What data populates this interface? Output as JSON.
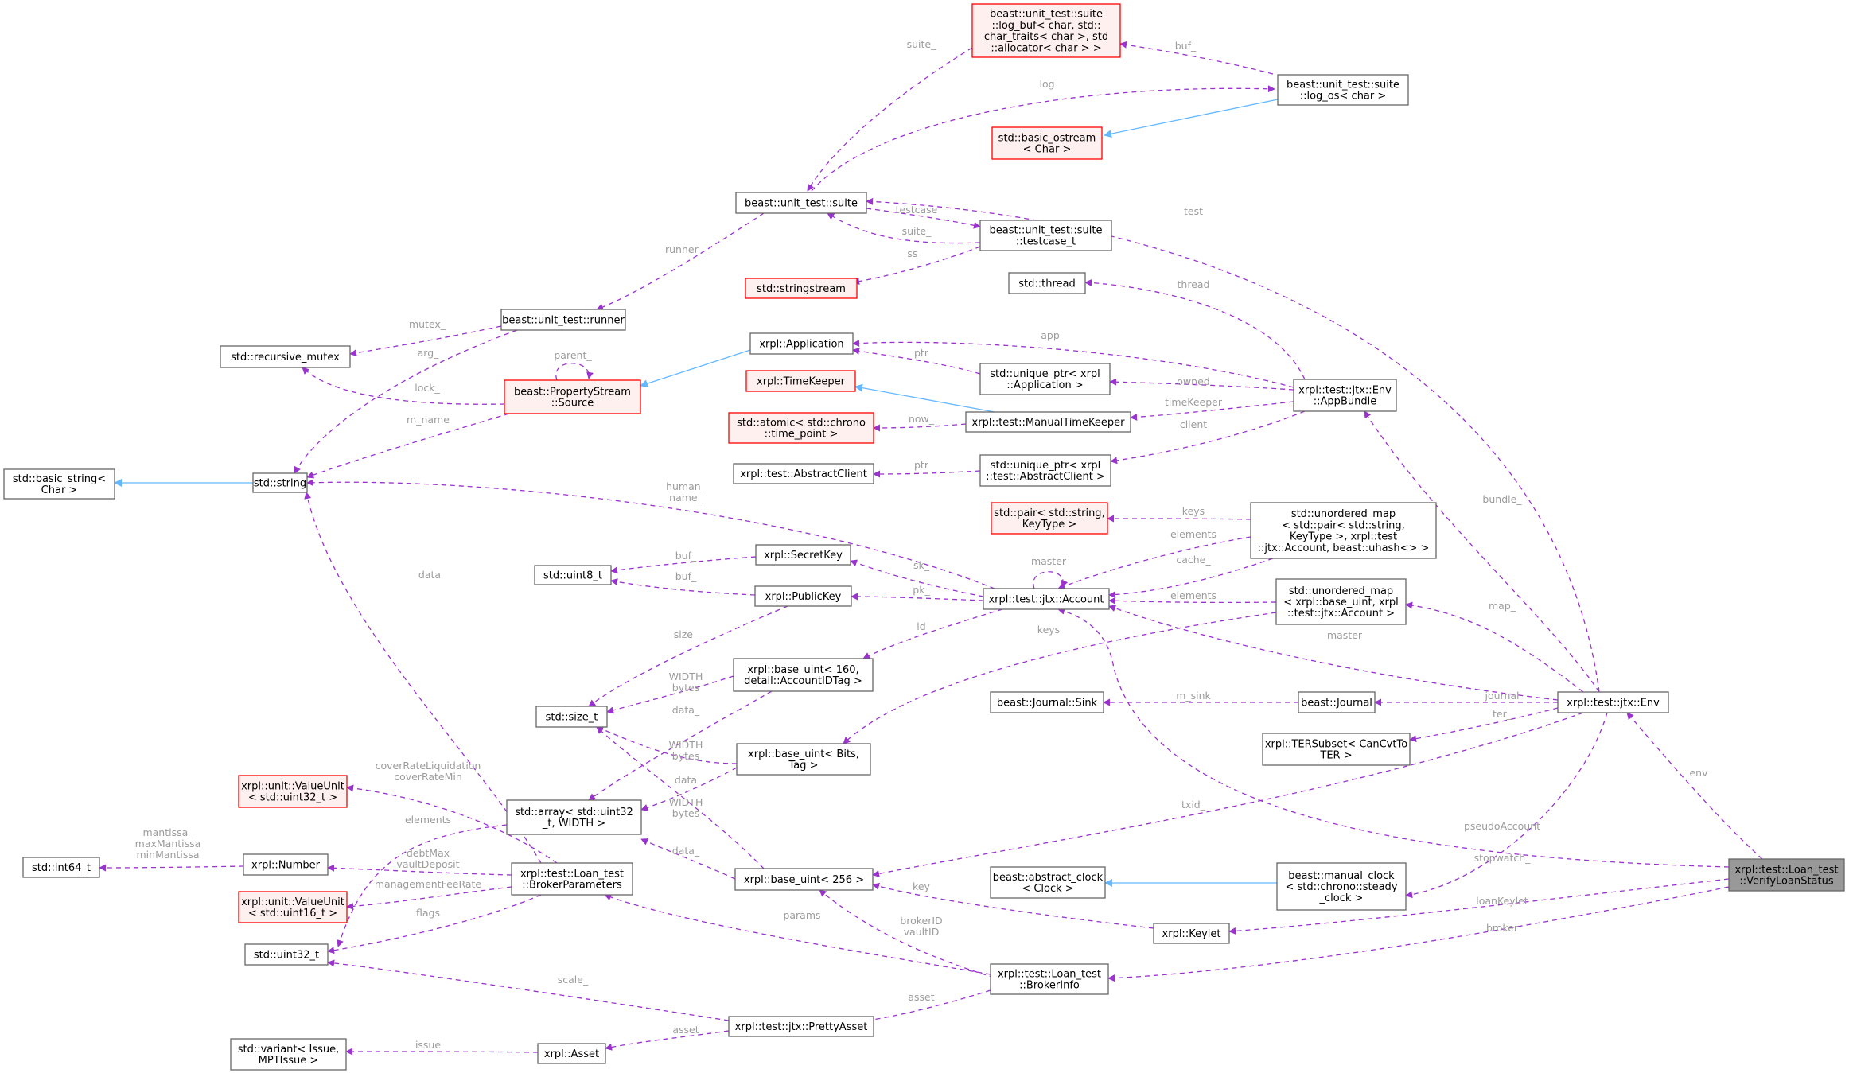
{
  "diagram": {
    "colors": {
      "composition": "#9a32cd",
      "inheritance": "#63b8ff",
      "missing_def_border": "#ff0000",
      "focus_fill": "#999999"
    },
    "nodes": [
      {
        "id": "log_buf",
        "lines": [
          "beast::unit_test::suite",
          "::log_buf< char, std::",
          "char_traits< char >, std",
          "::allocator< char > >"
        ],
        "red": true
      },
      {
        "id": "log_os",
        "lines": [
          "beast::unit_test::suite",
          "::log_os< char >"
        ]
      },
      {
        "id": "basic_ostream",
        "lines": [
          "std::basic_ostream",
          "< Char >"
        ],
        "red": true
      },
      {
        "id": "suite",
        "lines": [
          "beast::unit_test::suite"
        ]
      },
      {
        "id": "testcase",
        "lines": [
          "beast::unit_test::suite",
          "::testcase_t"
        ]
      },
      {
        "id": "stringstream",
        "lines": [
          "std::stringstream"
        ],
        "red": true
      },
      {
        "id": "thread",
        "lines": [
          "std::thread"
        ]
      },
      {
        "id": "runner",
        "lines": [
          "beast::unit_test::runner"
        ]
      },
      {
        "id": "recursive_mutex",
        "lines": [
          "std::recursive_mutex"
        ]
      },
      {
        "id": "application",
        "lines": [
          "xrpl::Application"
        ]
      },
      {
        "id": "propstream",
        "lines": [
          "beast::PropertyStream",
          "::Source"
        ],
        "red": true
      },
      {
        "id": "uptr_app",
        "lines": [
          "std::unique_ptr< xrpl",
          "::Application >"
        ]
      },
      {
        "id": "appbundle",
        "lines": [
          "xrpl::test::jtx::Env",
          "::AppBundle"
        ]
      },
      {
        "id": "timekeeper",
        "lines": [
          "xrpl::TimeKeeper"
        ],
        "red": true
      },
      {
        "id": "manualtk",
        "lines": [
          "xrpl::test::ManualTimeKeeper"
        ]
      },
      {
        "id": "atomic_tp",
        "lines": [
          "std::atomic< std::chrono",
          "::time_point >"
        ],
        "red": true
      },
      {
        "id": "basic_string",
        "lines": [
          "std::basic_string<",
          "Char >"
        ]
      },
      {
        "id": "string",
        "lines": [
          "std::string"
        ]
      },
      {
        "id": "abstractclient",
        "lines": [
          "xrpl::test::AbstractClient"
        ]
      },
      {
        "id": "uptr_client",
        "lines": [
          "std::unique_ptr< xrpl",
          "::test::AbstractClient >"
        ]
      },
      {
        "id": "pair",
        "lines": [
          "std::pair< std::string,",
          "KeyType >"
        ],
        "red": true
      },
      {
        "id": "umap_pair",
        "lines": [
          "std::unordered_map",
          "< std::pair< std::string,",
          "KeyType >, xrpl::test",
          "::jtx::Account, beast::uhash<> >"
        ]
      },
      {
        "id": "secretkey",
        "lines": [
          "xrpl::SecretKey"
        ]
      },
      {
        "id": "uint8",
        "lines": [
          "std::uint8_t"
        ]
      },
      {
        "id": "publickey",
        "lines": [
          "xrpl::PublicKey"
        ]
      },
      {
        "id": "account",
        "lines": [
          "xrpl::test::jtx::Account"
        ]
      },
      {
        "id": "umap_uint",
        "lines": [
          "std::unordered_map",
          "< xrpl::base_uint, xrpl",
          "::test::jtx::Account >"
        ]
      },
      {
        "id": "base_uint160",
        "lines": [
          "xrpl::base_uint< 160,",
          "detail::AccountIDTag >"
        ]
      },
      {
        "id": "size_t",
        "lines": [
          "std::size_t"
        ]
      },
      {
        "id": "journal_sink",
        "lines": [
          "beast::Journal::Sink"
        ]
      },
      {
        "id": "journal",
        "lines": [
          "beast::Journal"
        ]
      },
      {
        "id": "env",
        "lines": [
          "xrpl::test::jtx::Env"
        ]
      },
      {
        "id": "tersubset",
        "lines": [
          "xrpl::TERSubset< CanCvtTo",
          "TER >"
        ]
      },
      {
        "id": "base_uint_bits",
        "lines": [
          "xrpl::base_uint< Bits,",
          "Tag >"
        ]
      },
      {
        "id": "vu32",
        "lines": [
          "xrpl::unit::ValueUnit",
          "< std::uint32_t >"
        ],
        "red": true
      },
      {
        "id": "array",
        "lines": [
          "std::array< std::uint32",
          "_t, WIDTH >"
        ]
      },
      {
        "id": "int64",
        "lines": [
          "std::int64_t"
        ]
      },
      {
        "id": "number",
        "lines": [
          "xrpl::Number"
        ]
      },
      {
        "id": "brokerparams",
        "lines": [
          "xrpl::test::Loan_test",
          "::BrokerParameters"
        ]
      },
      {
        "id": "vu16",
        "lines": [
          "xrpl::unit::ValueUnit",
          "< std::uint16_t >"
        ],
        "red": true
      },
      {
        "id": "base_uint256",
        "lines": [
          "xrpl::base_uint< 256 >"
        ]
      },
      {
        "id": "abstract_clock",
        "lines": [
          "beast::abstract_clock",
          "< Clock >"
        ]
      },
      {
        "id": "manual_clock",
        "lines": [
          "beast::manual_clock",
          "< std::chrono::steady",
          "_clock >"
        ]
      },
      {
        "id": "verify",
        "lines": [
          "xrpl::test::Loan_test",
          "::VerifyLoanStatus"
        ],
        "focus": true
      },
      {
        "id": "uint32",
        "lines": [
          "std::uint32_t"
        ]
      },
      {
        "id": "keylet",
        "lines": [
          "xrpl::Keylet"
        ]
      },
      {
        "id": "brokerinfo",
        "lines": [
          "xrpl::test::Loan_test",
          "::BrokerInfo"
        ]
      },
      {
        "id": "prettyasset",
        "lines": [
          "xrpl::test::jtx::PrettyAsset"
        ]
      },
      {
        "id": "variant",
        "lines": [
          "std::variant< Issue,",
          "MPTIssue >"
        ]
      },
      {
        "id": "asset",
        "lines": [
          "xrpl::Asset"
        ]
      }
    ],
    "edges": [
      {
        "id": "e_buf",
        "labels": [
          "buf_"
        ]
      },
      {
        "id": "e_suite_logbuf",
        "labels": [
          "suite_"
        ]
      },
      {
        "id": "e_log",
        "labels": [
          "log"
        ]
      },
      {
        "id": "e_ostream_inh",
        "labels": []
      },
      {
        "id": "e_testcase",
        "labels": [
          "testcase"
        ]
      },
      {
        "id": "e_suite_tc",
        "labels": [
          "suite_"
        ]
      },
      {
        "id": "e_ss",
        "labels": [
          "ss_"
        ]
      },
      {
        "id": "e_runner",
        "labels": [
          "runner_"
        ]
      },
      {
        "id": "e_mutex",
        "labels": [
          "mutex_"
        ]
      },
      {
        "id": "e_arg",
        "labels": [
          "arg_"
        ]
      },
      {
        "id": "e_parent",
        "labels": [
          "parent_"
        ]
      },
      {
        "id": "e_lock",
        "labels": [
          "lock_"
        ]
      },
      {
        "id": "e_mname",
        "labels": [
          "m_name"
        ]
      },
      {
        "id": "e_app_inh",
        "labels": []
      },
      {
        "id": "e_str_inh",
        "labels": []
      },
      {
        "id": "e_test",
        "labels": [
          "test"
        ]
      },
      {
        "id": "e_thread",
        "labels": [
          "thread"
        ]
      },
      {
        "id": "e_app",
        "labels": [
          "app"
        ]
      },
      {
        "id": "e_ptr_app",
        "labels": [
          "ptr"
        ]
      },
      {
        "id": "e_owned",
        "labels": [
          "owned"
        ]
      },
      {
        "id": "e_tk_inh",
        "labels": []
      },
      {
        "id": "e_timekeeper",
        "labels": [
          "timeKeeper"
        ]
      },
      {
        "id": "e_now",
        "labels": [
          "now_"
        ]
      },
      {
        "id": "e_client",
        "labels": [
          "client"
        ]
      },
      {
        "id": "e_ptr_client",
        "labels": [
          "ptr"
        ]
      },
      {
        "id": "e_human",
        "labels": [
          "human_",
          "name_"
        ]
      },
      {
        "id": "e_keys_pair",
        "labels": [
          "keys"
        ]
      },
      {
        "id": "e_elements_pair",
        "labels": [
          "elements"
        ]
      },
      {
        "id": "e_cache",
        "labels": [
          "cache_"
        ]
      },
      {
        "id": "e_master_self",
        "labels": [
          "master"
        ]
      },
      {
        "id": "e_buf_sk",
        "labels": [
          "buf_"
        ]
      },
      {
        "id": "e_buf_pk",
        "labels": [
          "buf_"
        ]
      },
      {
        "id": "e_sk",
        "labels": [
          "sk_"
        ]
      },
      {
        "id": "e_pk",
        "labels": [
          "pk_"
        ]
      },
      {
        "id": "e_elements_uint",
        "labels": [
          "elements"
        ]
      },
      {
        "id": "e_bundle",
        "labels": [
          "bundle_"
        ]
      },
      {
        "id": "e_map",
        "labels": [
          "map_"
        ]
      },
      {
        "id": "e_master_env",
        "labels": [
          "master"
        ]
      },
      {
        "id": "e_keys_uint",
        "labels": [
          "keys"
        ]
      },
      {
        "id": "e_id",
        "labels": [
          "id"
        ]
      },
      {
        "id": "e_size_pk",
        "labels": [
          "size_"
        ]
      },
      {
        "id": "e_width160",
        "labels": [
          "WIDTH",
          "bytes"
        ]
      },
      {
        "id": "e_data160",
        "labels": [
          "data_"
        ]
      },
      {
        "id": "e_msink",
        "labels": [
          "m_sink"
        ]
      },
      {
        "id": "e_journal",
        "labels": [
          "journal"
        ]
      },
      {
        "id": "e_ter",
        "labels": [
          "ter_"
        ]
      },
      {
        "id": "e_widthbits",
        "labels": [
          "WIDTH",
          "bytes"
        ]
      },
      {
        "id": "e_databits",
        "labels": [
          "data"
        ]
      },
      {
        "id": "e_txid",
        "labels": [
          "txid_"
        ]
      },
      {
        "id": "e_data_string",
        "labels": [
          "data"
        ]
      },
      {
        "id": "e_vu32",
        "labels": [
          "coverRateLiquidation",
          "coverRateMin"
        ]
      },
      {
        "id": "e_elements_arr",
        "labels": [
          "elements"
        ]
      },
      {
        "id": "e_mantissa",
        "labels": [
          "mantissa_",
          "maxMantissa",
          "minMantissa"
        ]
      },
      {
        "id": "e_debt",
        "labels": [
          "debtMax",
          "vaultDeposit"
        ]
      },
      {
        "id": "e_mgmt",
        "labels": [
          "managementFeeRate"
        ]
      },
      {
        "id": "e_flags",
        "labels": [
          "flags"
        ]
      },
      {
        "id": "e_width256",
        "labels": [
          "WIDTH",
          "bytes"
        ]
      },
      {
        "id": "e_data256",
        "labels": [
          "data_"
        ]
      },
      {
        "id": "e_env",
        "labels": [
          "env"
        ]
      },
      {
        "id": "e_pseudo",
        "labels": [
          "pseudoAccount"
        ]
      },
      {
        "id": "e_clock_inh",
        "labels": []
      },
      {
        "id": "e_stopwatch",
        "labels": [
          "stopwatch_"
        ]
      },
      {
        "id": "e_key",
        "labels": [
          "key"
        ]
      },
      {
        "id": "e_loankeylet",
        "labels": [
          "loanKeylet"
        ]
      },
      {
        "id": "e_broker",
        "labels": [
          "broker"
        ]
      },
      {
        "id": "e_params",
        "labels": [
          "params"
        ]
      },
      {
        "id": "e_brokerid",
        "labels": [
          "brokerID",
          "vaultID"
        ]
      },
      {
        "id": "e_asset_pa",
        "labels": [
          "asset"
        ]
      },
      {
        "id": "e_scale",
        "labels": [
          "scale_"
        ]
      },
      {
        "id": "e_asset_a",
        "labels": [
          "asset"
        ]
      },
      {
        "id": "e_issue",
        "labels": [
          "issue"
        ]
      }
    ]
  }
}
